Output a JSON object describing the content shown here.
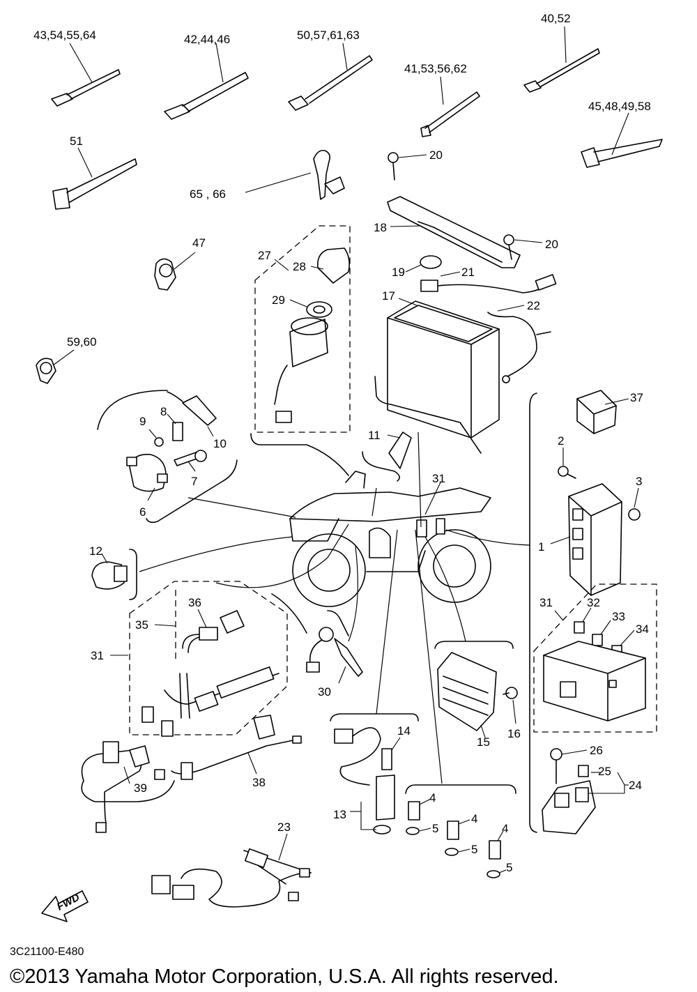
{
  "diagram_code": "3C21100-E480",
  "copyright": "©2013 Yamaha Motor Corporation, U.S.A. All rights reserved.",
  "fwd_label": "FWD",
  "callouts": {
    "c_43_54_55_64": "43,54,55,64",
    "c_42_44_46": "42,44,46",
    "c_50_57_61_63": "50,57,61,63",
    "c_40_52": "40,52",
    "c_41_53_56_62": "41,53,56,62",
    "c_45_48_49_58": "45,48,49,58",
    "c_51": "51",
    "c_65_66": "65 , 66",
    "c_20a": "20",
    "c_20b": "20",
    "c_18": "18",
    "c_19": "19",
    "c_21": "21",
    "c_17": "17",
    "c_22": "22",
    "c_27": "27",
    "c_28": "28",
    "c_29": "29",
    "c_47": "47",
    "c_59_60": "59,60",
    "c_9": "9",
    "c_8": "8",
    "c_10": "10",
    "c_7": "7",
    "c_6": "6",
    "c_11": "11",
    "c_31a": "31",
    "c_37": "37",
    "c_2": "2",
    "c_3": "3",
    "c_1": "1",
    "c_12": "12",
    "c_36": "36",
    "c_35": "35",
    "c_31b": "31",
    "c_30": "30",
    "c_31c": "31",
    "c_32": "32",
    "c_33": "33",
    "c_34": "34",
    "c_15": "15",
    "c_16": "16",
    "c_14": "14",
    "c_13": "13",
    "c_4a": "4",
    "c_5a": "5",
    "c_4b": "4",
    "c_5b": "5",
    "c_4c": "4",
    "c_5c": "5",
    "c_26": "26",
    "c_25": "25",
    "c_24": "24",
    "c_39": "39",
    "c_38": "38",
    "c_23": "23"
  }
}
